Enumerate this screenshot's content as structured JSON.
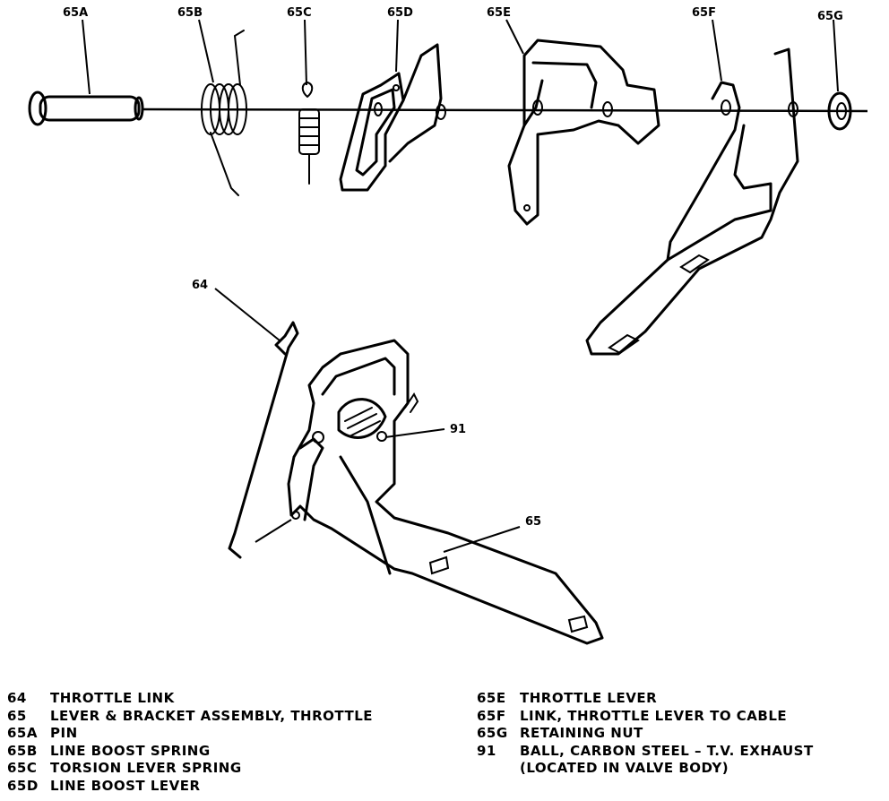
{
  "callouts": {
    "c65A": "65A",
    "c65B": "65B",
    "c65C": "65C",
    "c65D": "65D",
    "c65E": "65E",
    "c65F": "65F",
    "c65G": "65G",
    "c64": "64",
    "c91": "91",
    "c65": "65"
  },
  "legend": {
    "left": [
      {
        "code": "64",
        "desc": "THROTTLE LINK"
      },
      {
        "code": "65",
        "desc": "LEVER & BRACKET ASSEMBLY, THROTTLE"
      },
      {
        "code": "65A",
        "desc": "PIN"
      },
      {
        "code": "65B",
        "desc": "LINE BOOST SPRING"
      },
      {
        "code": "65C",
        "desc": "TORSION LEVER SPRING"
      },
      {
        "code": "65D",
        "desc": "LINE BOOST LEVER"
      }
    ],
    "right": [
      {
        "code": "65E",
        "desc": "THROTTLE LEVER"
      },
      {
        "code": "65F",
        "desc": "LINK, THROTTLE LEVER TO CABLE"
      },
      {
        "code": "65G",
        "desc": "RETAINING NUT"
      },
      {
        "code": "91",
        "desc": "BALL, CARBON STEEL – T.V. EXHAUST"
      },
      {
        "code": "",
        "desc": "(LOCATED IN VALVE BODY)"
      }
    ]
  }
}
